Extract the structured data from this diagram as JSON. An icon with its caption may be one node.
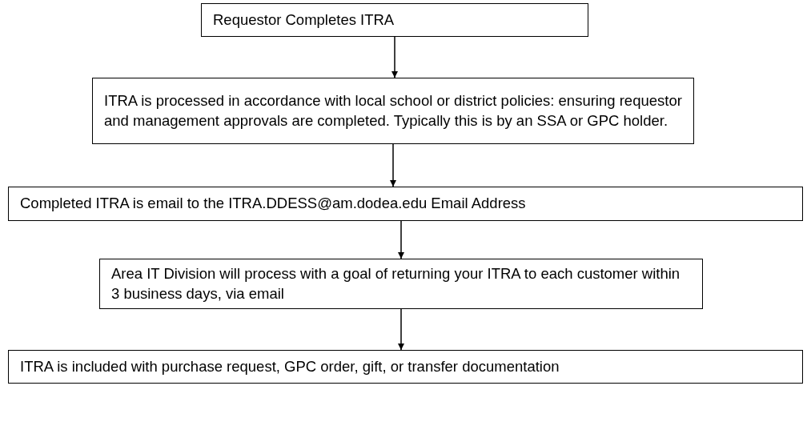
{
  "diagram": {
    "nodes": [
      {
        "text": [
          "Requestor Completes ITRA"
        ]
      },
      {
        "text": [
          "ITRA is processed in accordance with local school or district policies: ensuring requestor and management approvals are completed. Typically this is by an SSA or GPC holder."
        ]
      },
      {
        "text": [
          "Completed ITRA is email to the ITRA.DDESS@am.dodea.edu Email Address"
        ]
      },
      {
        "text": [
          "Area IT Division will process with a goal of returning your ITRA to each customer within 3 business days, via email"
        ]
      },
      {
        "text": [
          "ITRA is included with purchase request, GPC order, gift, or transfer documentation"
        ]
      }
    ],
    "edges": [
      {
        "from": 0,
        "to": 1,
        "arrow": "to"
      },
      {
        "from": 1,
        "to": 2,
        "arrow": "to"
      },
      {
        "from": 2,
        "to": 3,
        "arrow": "to"
      },
      {
        "from": 3,
        "to": 4,
        "arrow": "to"
      }
    ]
  }
}
